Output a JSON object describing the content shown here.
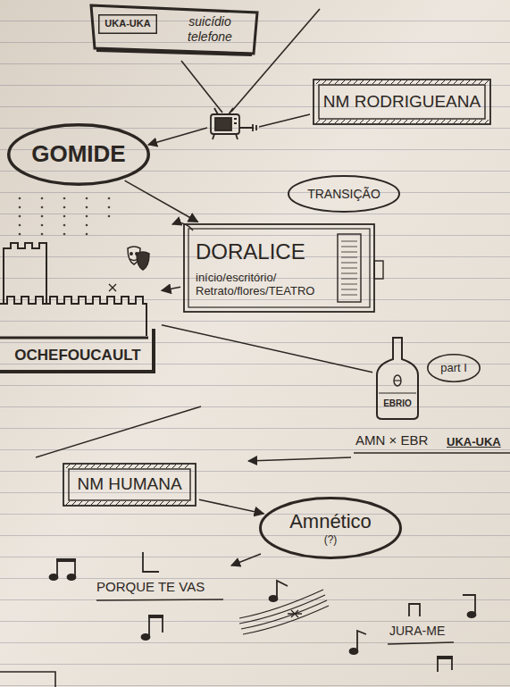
{
  "diagram": {
    "nodes": [
      {
        "text": [
          "suicídio telefone"
        ]
      },
      {
        "text": [
          "UKA-UKA"
        ],
        "in": 0
      },
      {
        "text": [
          "NM RODRIGUEANA"
        ]
      },
      {
        "text": [
          "GOMIDE"
        ]
      },
      {
        "text": [
          "TRANSIÇÃO"
        ]
      },
      {
        "text": [
          "DORALICE",
          "início/escritório/ Retrato/flores/TEATRO"
        ]
      },
      {
        "text": [
          "OCHEFOUCAULT"
        ]
      },
      {
        "text": [
          "EBRIO"
        ]
      },
      {
        "text": [
          "part I"
        ]
      },
      {
        "text": [
          "NM HUMANA"
        ]
      },
      {
        "text": [
          "Amnético",
          "(?)"
        ]
      }
    ],
    "edges": [
      {
        "from": 3,
        "to": 5,
        "arrow": "to"
      },
      {
        "from": 5,
        "to": 6,
        "arrow": "to"
      },
      {
        "from": 6,
        "to": 7,
        "arrow": "none"
      },
      {
        "from": 9,
        "to": 10,
        "arrow": "to"
      }
    ],
    "labels": [
      "AMN × EBR",
      "UKA-UKA",
      "PORQUE TE VAS",
      "JURA-ME"
    ]
  }
}
